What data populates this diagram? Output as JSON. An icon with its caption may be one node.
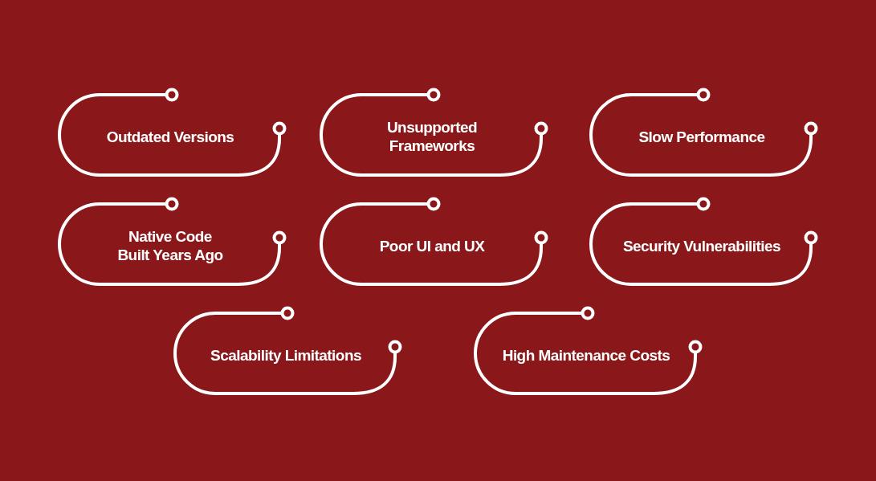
{
  "diagram": {
    "nodes": [
      {
        "text": [
          "Outdated Versions"
        ]
      },
      {
        "text": [
          "Unsupported Frameworks"
        ]
      },
      {
        "text": [
          "Slow Performance"
        ]
      },
      {
        "text": [
          "Native Code Built Years Ago"
        ]
      },
      {
        "text": [
          "Poor UI and UX"
        ]
      },
      {
        "text": [
          "Security Vulnerabilities"
        ]
      },
      {
        "text": [
          "Scalability Limitations"
        ]
      },
      {
        "text": [
          "High Maintenance Costs"
        ]
      }
    ]
  }
}
